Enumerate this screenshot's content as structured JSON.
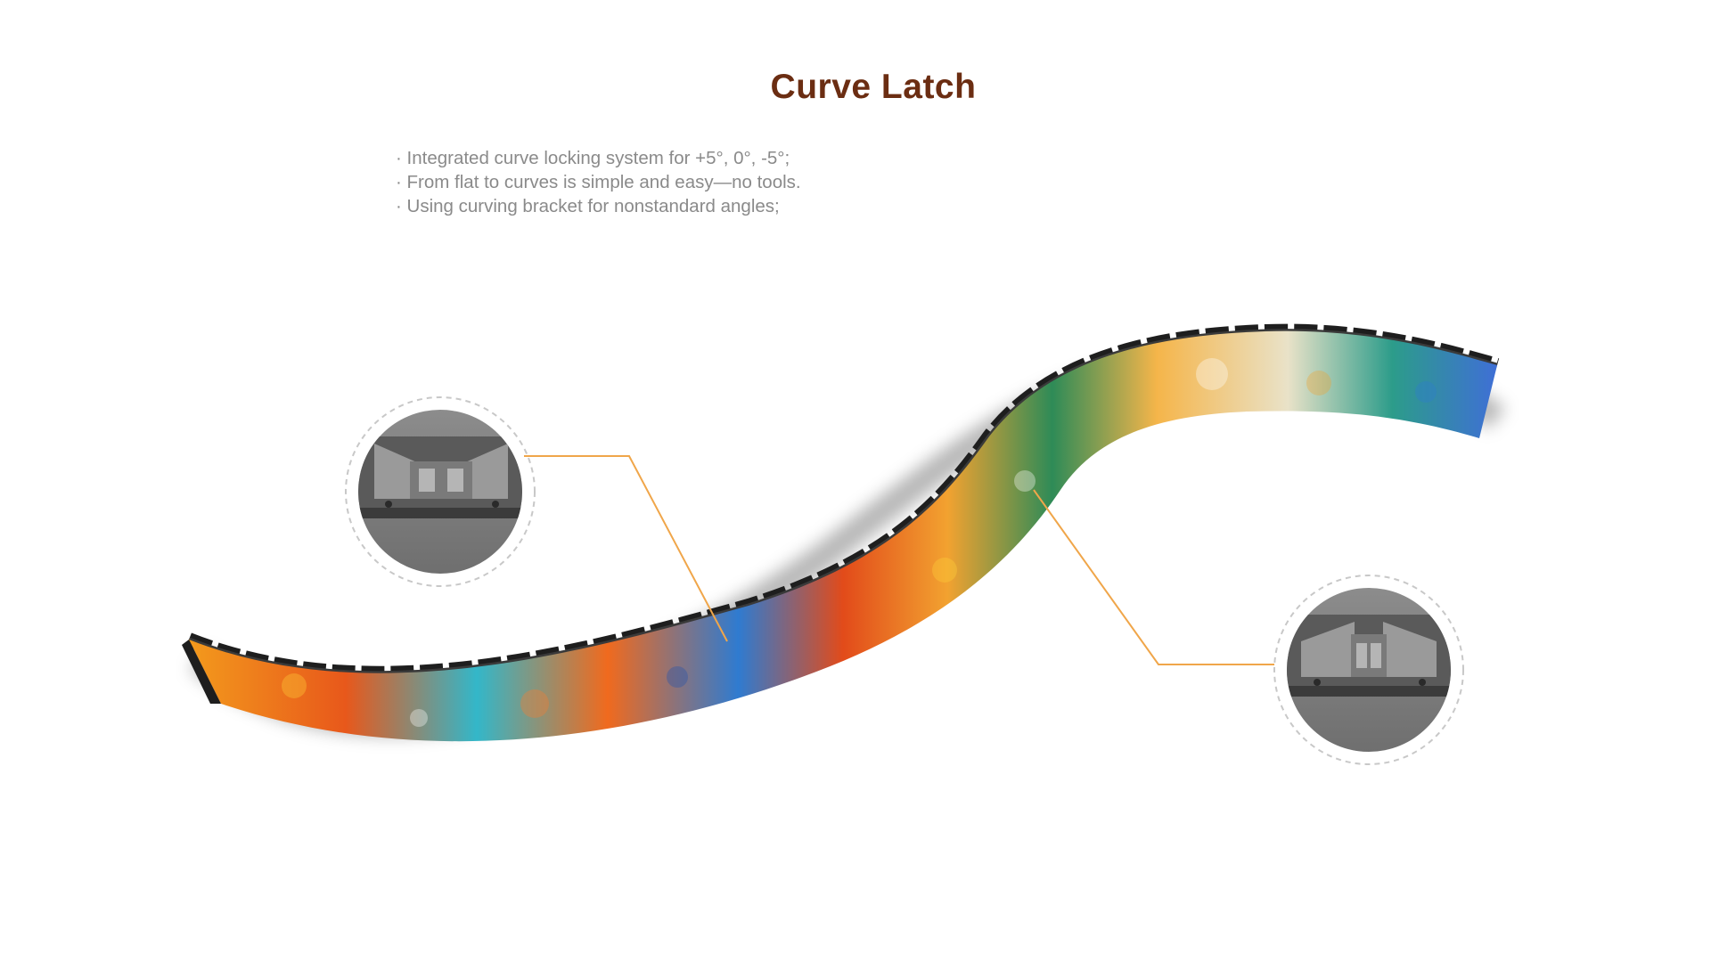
{
  "title": "Curve Latch",
  "bullets": [
    "Integrated curve locking system for +5°, 0°, -5°;",
    "From flat to curves is simple and easy—no tools.",
    "Using curving bracket for nonstandard angles;"
  ],
  "colors": {
    "title": "#6b2d12",
    "text": "#8a8a8a",
    "callout_line": "#f0a64a",
    "inset_bg": "#7d7d7d",
    "panel_edge": "#1e1e1e"
  },
  "icons": {
    "left_inset": "latch-detail-icon",
    "right_inset": "latch-detail-icon"
  }
}
